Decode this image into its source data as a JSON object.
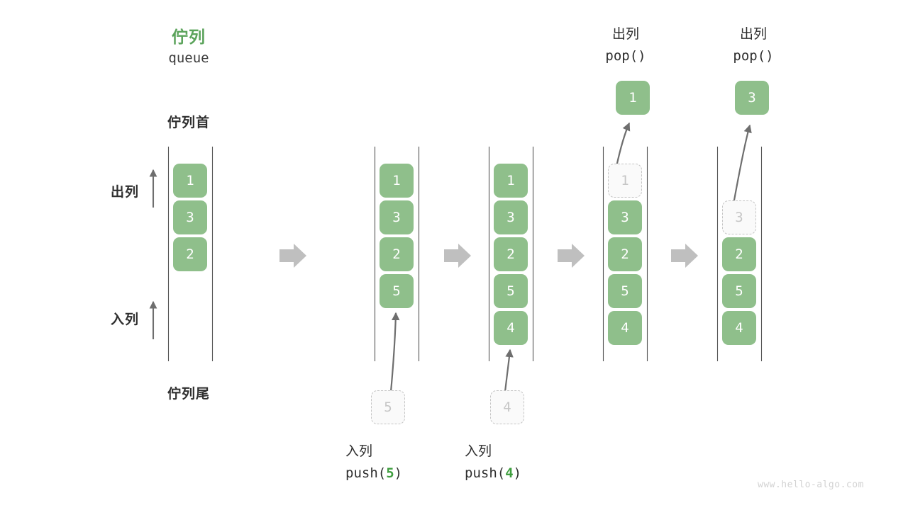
{
  "watermark": "www.hello-algo.com",
  "header": {
    "title_cn": "佇列",
    "title_code": "queue"
  },
  "annotations": {
    "head_label": "佇列首",
    "tail_label": "佇列尾",
    "dequeue_label": "出列",
    "enqueue_label": "入列"
  },
  "colors": {
    "accent_green": "#5BA35B",
    "cell_green": "#8FBF8B",
    "ghost_border": "#C4C4C4",
    "ghost_text": "#C6C6C6",
    "arrow_gray": "#6E6E6E",
    "block_arrow_gray": "#BFBFBF",
    "rail_gray": "#555555",
    "text_dark": "#2F2F2F",
    "watermark_gray": "#D2D2D2"
  },
  "chart_data": {
    "type": "diagram",
    "title": "佇列 queue",
    "steps": [
      {
        "id": "initial",
        "cells": [
          {
            "value": "1",
            "state": "filled"
          },
          {
            "value": "3",
            "state": "filled"
          },
          {
            "value": "2",
            "state": "filled"
          }
        ],
        "operation_cn": "",
        "operation_code": "",
        "operation_arg": ""
      },
      {
        "id": "push-5",
        "cells": [
          {
            "value": "1",
            "state": "filled"
          },
          {
            "value": "3",
            "state": "filled"
          },
          {
            "value": "2",
            "state": "filled"
          },
          {
            "value": "5",
            "state": "filled"
          }
        ],
        "incoming": {
          "value": "5",
          "state": "ghost"
        },
        "operation_cn": "入列",
        "operation_code_prefix": "push(",
        "operation_arg": "5",
        "operation_code_suffix": ")"
      },
      {
        "id": "push-4",
        "cells": [
          {
            "value": "1",
            "state": "filled"
          },
          {
            "value": "3",
            "state": "filled"
          },
          {
            "value": "2",
            "state": "filled"
          },
          {
            "value": "5",
            "state": "filled"
          },
          {
            "value": "4",
            "state": "filled"
          }
        ],
        "incoming": {
          "value": "4",
          "state": "ghost"
        },
        "operation_cn": "入列",
        "operation_code_prefix": "push(",
        "operation_arg": "4",
        "operation_code_suffix": ")"
      },
      {
        "id": "pop-1",
        "cells": [
          {
            "value": "1",
            "state": "ghost"
          },
          {
            "value": "3",
            "state": "filled"
          },
          {
            "value": "2",
            "state": "filled"
          },
          {
            "value": "5",
            "state": "filled"
          },
          {
            "value": "4",
            "state": "filled"
          }
        ],
        "outgoing": {
          "value": "1",
          "state": "filled"
        },
        "operation_cn": "出列",
        "operation_code_prefix": "pop(",
        "operation_arg": "",
        "operation_code_suffix": ")"
      },
      {
        "id": "pop-3",
        "cells": [
          {
            "value": "",
            "state": "empty"
          },
          {
            "value": "3",
            "state": "ghost"
          },
          {
            "value": "2",
            "state": "filled"
          },
          {
            "value": "5",
            "state": "filled"
          },
          {
            "value": "4",
            "state": "filled"
          }
        ],
        "outgoing": {
          "value": "3",
          "state": "filled"
        },
        "operation_cn": "出列",
        "operation_code_prefix": "pop(",
        "operation_arg": "",
        "operation_code_suffix": ")"
      }
    ]
  }
}
